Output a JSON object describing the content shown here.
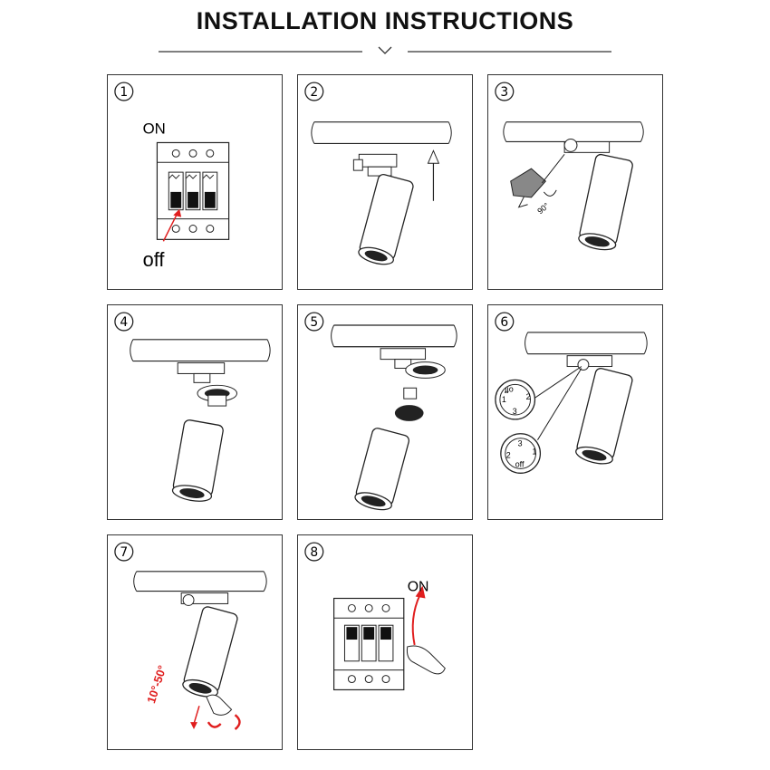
{
  "page": {
    "title": "INSTALLATION  INSTRUCTIONS",
    "chevron": "⌄"
  },
  "steps": [
    {
      "number": "1",
      "labels": {
        "on": "ON",
        "off": "off"
      }
    },
    {
      "number": "2"
    },
    {
      "number": "3",
      "labels": {
        "angle": "90°"
      }
    },
    {
      "number": "4"
    },
    {
      "number": "5"
    },
    {
      "number": "6",
      "labels": {
        "dial_a_off": "off",
        "dial_a_2": "2",
        "dial_a_3": "3",
        "dial_a_1": "1",
        "dial_b_off": "off",
        "dial_b_2": "2",
        "dial_b_3": "3",
        "dial_b_1": "1"
      }
    },
    {
      "number": "7",
      "labels": {
        "tilt": "10°-50°"
      }
    },
    {
      "number": "8",
      "labels": {
        "on": "ON"
      }
    }
  ],
  "colors": {
    "accent_red": "#e01e1e",
    "line": "#222222"
  }
}
